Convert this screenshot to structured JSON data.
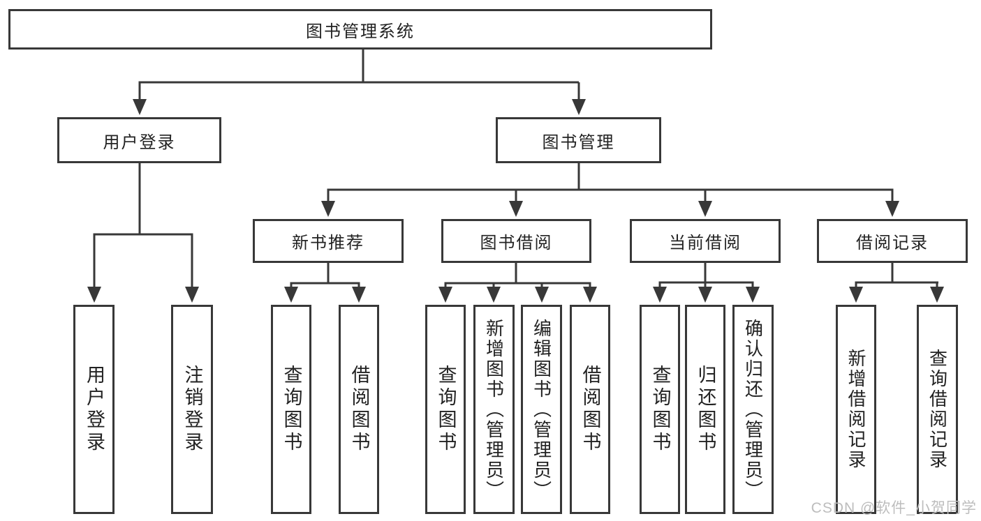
{
  "diagram_type": "hierarchy-tree",
  "colors": {
    "line": "#383838",
    "box_border": "#383838",
    "text": "#222222",
    "background": "#ffffff",
    "watermark": "#bdbdbd"
  },
  "tree": {
    "label": "图书管理系统",
    "children": [
      {
        "label": "用户登录",
        "children": [
          {
            "label": "用户登录"
          },
          {
            "label": "注销登录"
          }
        ]
      },
      {
        "label": "图书管理",
        "children": [
          {
            "label": "新书推荐",
            "children": [
              {
                "label": "查询图书"
              },
              {
                "label": "借阅图书"
              }
            ]
          },
          {
            "label": "图书借阅",
            "children": [
              {
                "label": "查询图书"
              },
              {
                "label": "新增图书（管理员）"
              },
              {
                "label": "编辑图书（管理员）"
              },
              {
                "label": "借阅图书"
              }
            ]
          },
          {
            "label": "当前借阅",
            "children": [
              {
                "label": "查询图书"
              },
              {
                "label": "归还图书"
              },
              {
                "label": "确认归还（管理员）"
              }
            ]
          },
          {
            "label": "借阅记录",
            "children": [
              {
                "label": "新增借阅记录"
              },
              {
                "label": "查询借阅记录"
              }
            ]
          }
        ]
      }
    ]
  },
  "watermark": {
    "text": "CSDN @软件_小贺同学"
  }
}
